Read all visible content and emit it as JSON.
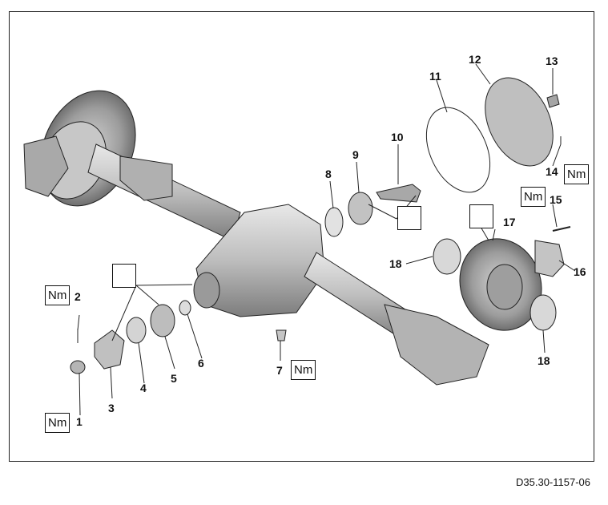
{
  "diagram": {
    "doc_id": "D35.30-1157-06",
    "torque_label": "Nm",
    "part_numbers": [
      "1",
      "2",
      "3",
      "4",
      "5",
      "6",
      "7",
      "8",
      "9",
      "10",
      "11",
      "12",
      "13",
      "14",
      "15",
      "16",
      "17",
      "18",
      "18"
    ],
    "colors": {
      "line": "#222222",
      "fill_light": "#d9d9d9",
      "fill_mid": "#b5b5b5",
      "fill_dark": "#8a8a8a"
    }
  }
}
